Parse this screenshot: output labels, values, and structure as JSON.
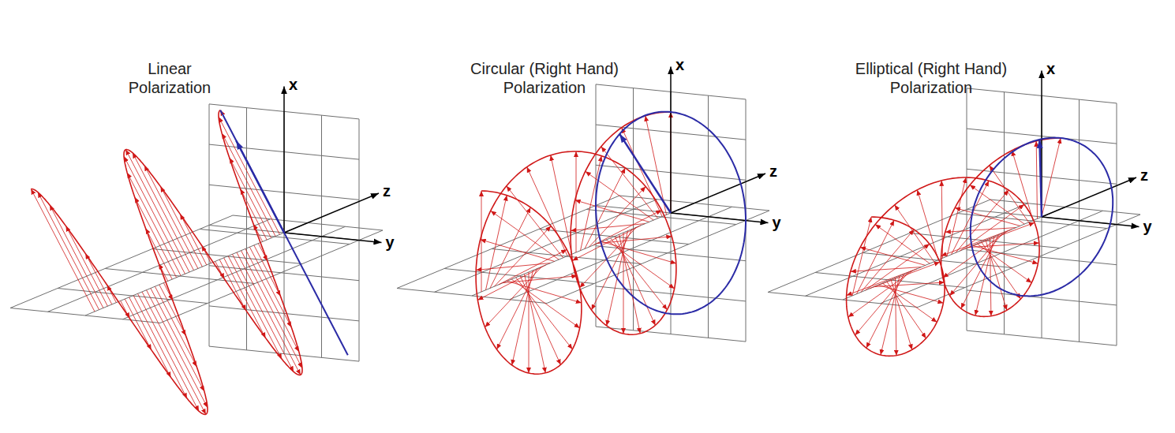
{
  "diagram": {
    "labels": [
      "Linear Polarization",
      "x",
      "z",
      "y",
      "Circular (Right Hand) Polarization",
      "x",
      "z",
      "y",
      "Elliptical (Right Hand) Polarization",
      "x",
      "z",
      "y"
    ]
  }
}
